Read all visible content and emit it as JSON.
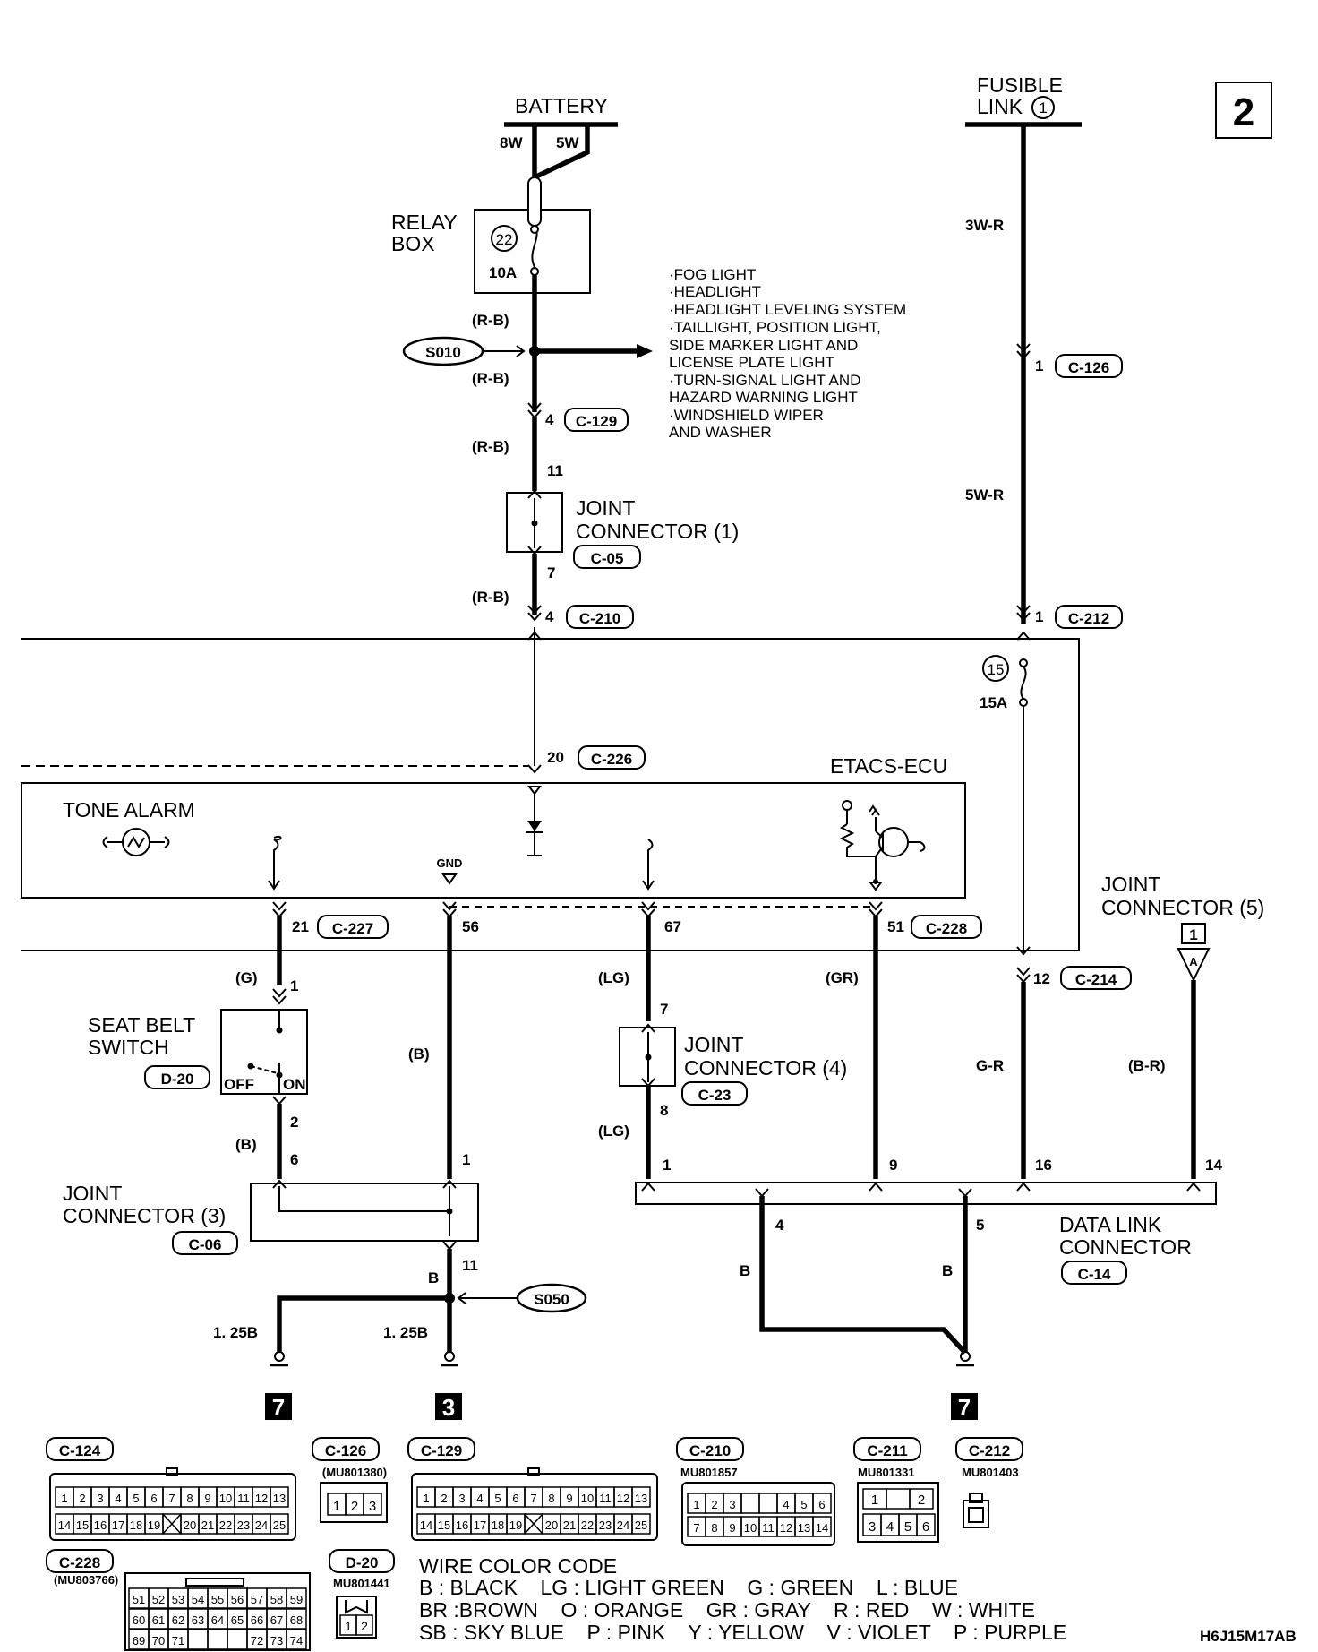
{
  "page_no": "2",
  "doc_code": "H6J15M17AB",
  "battery": {
    "label": "BATTERY",
    "w1": "8W",
    "w2": "5W"
  },
  "fusible_link": {
    "line1": "FUSIBLE",
    "line2": "LINK",
    "num": "1"
  },
  "relay_box": {
    "line1": "RELAY",
    "line2": "BOX",
    "fuse_no": "22",
    "rating": "10A"
  },
  "splice_s010": "S010",
  "splice_s050": "S050",
  "loads": [
    "·FOG LIGHT",
    "·HEADLIGHT",
    "·HEADLIGHT LEVELING SYSTEM",
    "·TAILLIGHT, POSITION LIGHT,",
    " SIDE MARKER LIGHT AND",
    " LICENSE PLATE LIGHT",
    "·TURN-SIGNAL LIGHT AND",
    " HAZARD WARNING LIGHT",
    "·WINDSHIELD WIPER",
    " AND WASHER"
  ],
  "wire_labels": {
    "rb1": "(R-B)",
    "rb2": "(R-B)",
    "rb3": "(R-B)",
    "rb4": "(R-B)",
    "w3wr": "3W-R",
    "w5wr": "5W-R",
    "g": "(G)",
    "b_seat": "(B)",
    "b_gnd": "(B)",
    "lg1": "(LG)",
    "lg2": "(LG)",
    "gr": "(GR)",
    "gr_solid": "G-R",
    "br": "(B-R)",
    "b_left": "B",
    "b_right": "B",
    "b_mid": "B",
    "g125a": "1. 25B",
    "g125b": "1. 25B"
  },
  "pins": {
    "c129": "4",
    "c05_top": "11",
    "c05_bot": "7",
    "c210": "4",
    "c226": "20",
    "c126": "1",
    "c212": "1",
    "c227": "21",
    "gnd_pin": "56",
    "p67": "67",
    "c228": "51",
    "c214": "12",
    "seat1": "1",
    "seat2": "2",
    "j3_6": "6",
    "j3_1": "1",
    "j3_11": "11",
    "j4_7": "7",
    "j4_8": "8",
    "dl1": "1",
    "dl9": "9",
    "dl16": "16",
    "dl14": "14",
    "dl4": "4",
    "dl5": "5"
  },
  "conn": {
    "c129": "C-129",
    "c05": "C-05",
    "c210": "C-210",
    "c226": "C-226",
    "c126": "C-126",
    "c212": "C-212",
    "c227": "C-227",
    "c228": "C-228",
    "c214": "C-214",
    "d20": "D-20",
    "c06": "C-06",
    "c23": "C-23",
    "c14": "C-14"
  },
  "joint1": {
    "line1": "JOINT",
    "line2": "CONNECTOR (1)"
  },
  "joint3": {
    "line1": "JOINT",
    "line2": "CONNECTOR (3)"
  },
  "joint4": {
    "line1": "JOINT",
    "line2": "CONNECTOR (4)"
  },
  "joint5": {
    "line1": "JOINT",
    "line2": "CONNECTOR (5)",
    "box": "1",
    "tri": "A"
  },
  "etacs": "ETACS-ECU",
  "tone_alarm": "TONE ALARM",
  "gnd": "GND",
  "fuse15": {
    "no": "15",
    "rating": "15A"
  },
  "seatbelt": {
    "line1": "SEAT BELT",
    "line2": "SWITCH",
    "off": "OFF",
    "on": "ON"
  },
  "datalink": {
    "line1": "DATA LINK",
    "line2": "CONNECTOR"
  },
  "ground_marks": [
    "7",
    "3",
    "7"
  ],
  "connector_views": {
    "c124": {
      "name": "C-124",
      "row1": [
        "1",
        "2",
        "3",
        "4",
        "5",
        "6",
        "7",
        "8",
        "9",
        "10",
        "11",
        "12",
        "13"
      ],
      "row2": [
        "14",
        "15",
        "16",
        "17",
        "18",
        "19",
        "",
        "20",
        "21",
        "22",
        "23",
        "24",
        "25"
      ]
    },
    "c126": {
      "name": "C-126",
      "part": "(MU801380)",
      "pins": [
        "1",
        "2",
        "3"
      ]
    },
    "c129": {
      "name": "C-129",
      "row1": [
        "1",
        "2",
        "3",
        "4",
        "5",
        "6",
        "7",
        "8",
        "9",
        "10",
        "11",
        "12",
        "13"
      ],
      "row2": [
        "14",
        "15",
        "16",
        "17",
        "18",
        "19",
        "",
        "20",
        "21",
        "22",
        "23",
        "24",
        "25"
      ]
    },
    "c210": {
      "name": "C-210",
      "part": "MU801857",
      "row1": [
        "1",
        "2",
        "3",
        "",
        "",
        "4",
        "5",
        "6"
      ],
      "row2": [
        "7",
        "8",
        "9",
        "10",
        "11",
        "12",
        "13",
        "14"
      ]
    },
    "c211": {
      "name": "C-211",
      "part": "MU801331",
      "row1": [
        "1",
        "",
        "2"
      ],
      "row2": [
        "3",
        "4",
        "5",
        "6"
      ]
    },
    "c212": {
      "name": "C-212",
      "part": "MU801403"
    },
    "c228": {
      "name": "C-228",
      "part": "(MU803766)",
      "row1": [
        "51",
        "52",
        "53",
        "54",
        "55",
        "56",
        "57",
        "58",
        "59"
      ],
      "row2": [
        "60",
        "61",
        "62",
        "63",
        "64",
        "65",
        "66",
        "67",
        "68"
      ],
      "row3": [
        "69",
        "70",
        "71",
        "",
        "",
        "",
        "72",
        "73",
        "74"
      ]
    },
    "d20": {
      "name": "D-20",
      "part": "MU801441",
      "pins": [
        "1",
        "2"
      ]
    }
  },
  "legend": {
    "title": "WIRE COLOR CODE",
    "line1": "B : BLACK    LG : LIGHT GREEN    G : GREEN    L : BLUE",
    "line2": "BR :BROWN    O : ORANGE    GR : GRAY    R : RED    W : WHITE",
    "line3": "SB : SKY BLUE    P : PINK    Y : YELLOW    V : VIOLET    P : PURPLE"
  }
}
